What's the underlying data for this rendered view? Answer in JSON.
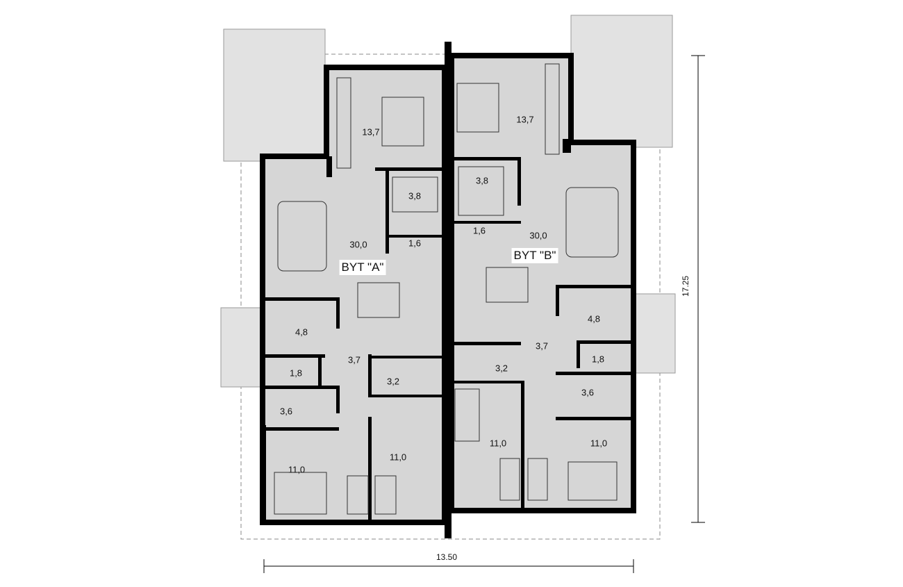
{
  "apartment_a": {
    "name": "BYT \"A\"",
    "rooms": [
      "13,7",
      "3,8",
      "1,6",
      "30,0",
      "4,8",
      "1,8",
      "3,7",
      "3,2",
      "3,6",
      "11,0",
      "11,0"
    ]
  },
  "apartment_b": {
    "name": "BYT \"B\"",
    "rooms": [
      "13,7",
      "3,8",
      "1,6",
      "30,0",
      "4,8",
      "1,8",
      "3,7",
      "3,2",
      "3,6",
      "11,0",
      "11,0"
    ]
  },
  "dimensions": {
    "width": "13.50",
    "depth": "17.25"
  },
  "colors": {
    "floor": "#d6d6d6",
    "terrace": "#e2e2e2",
    "wall": "#000000"
  }
}
